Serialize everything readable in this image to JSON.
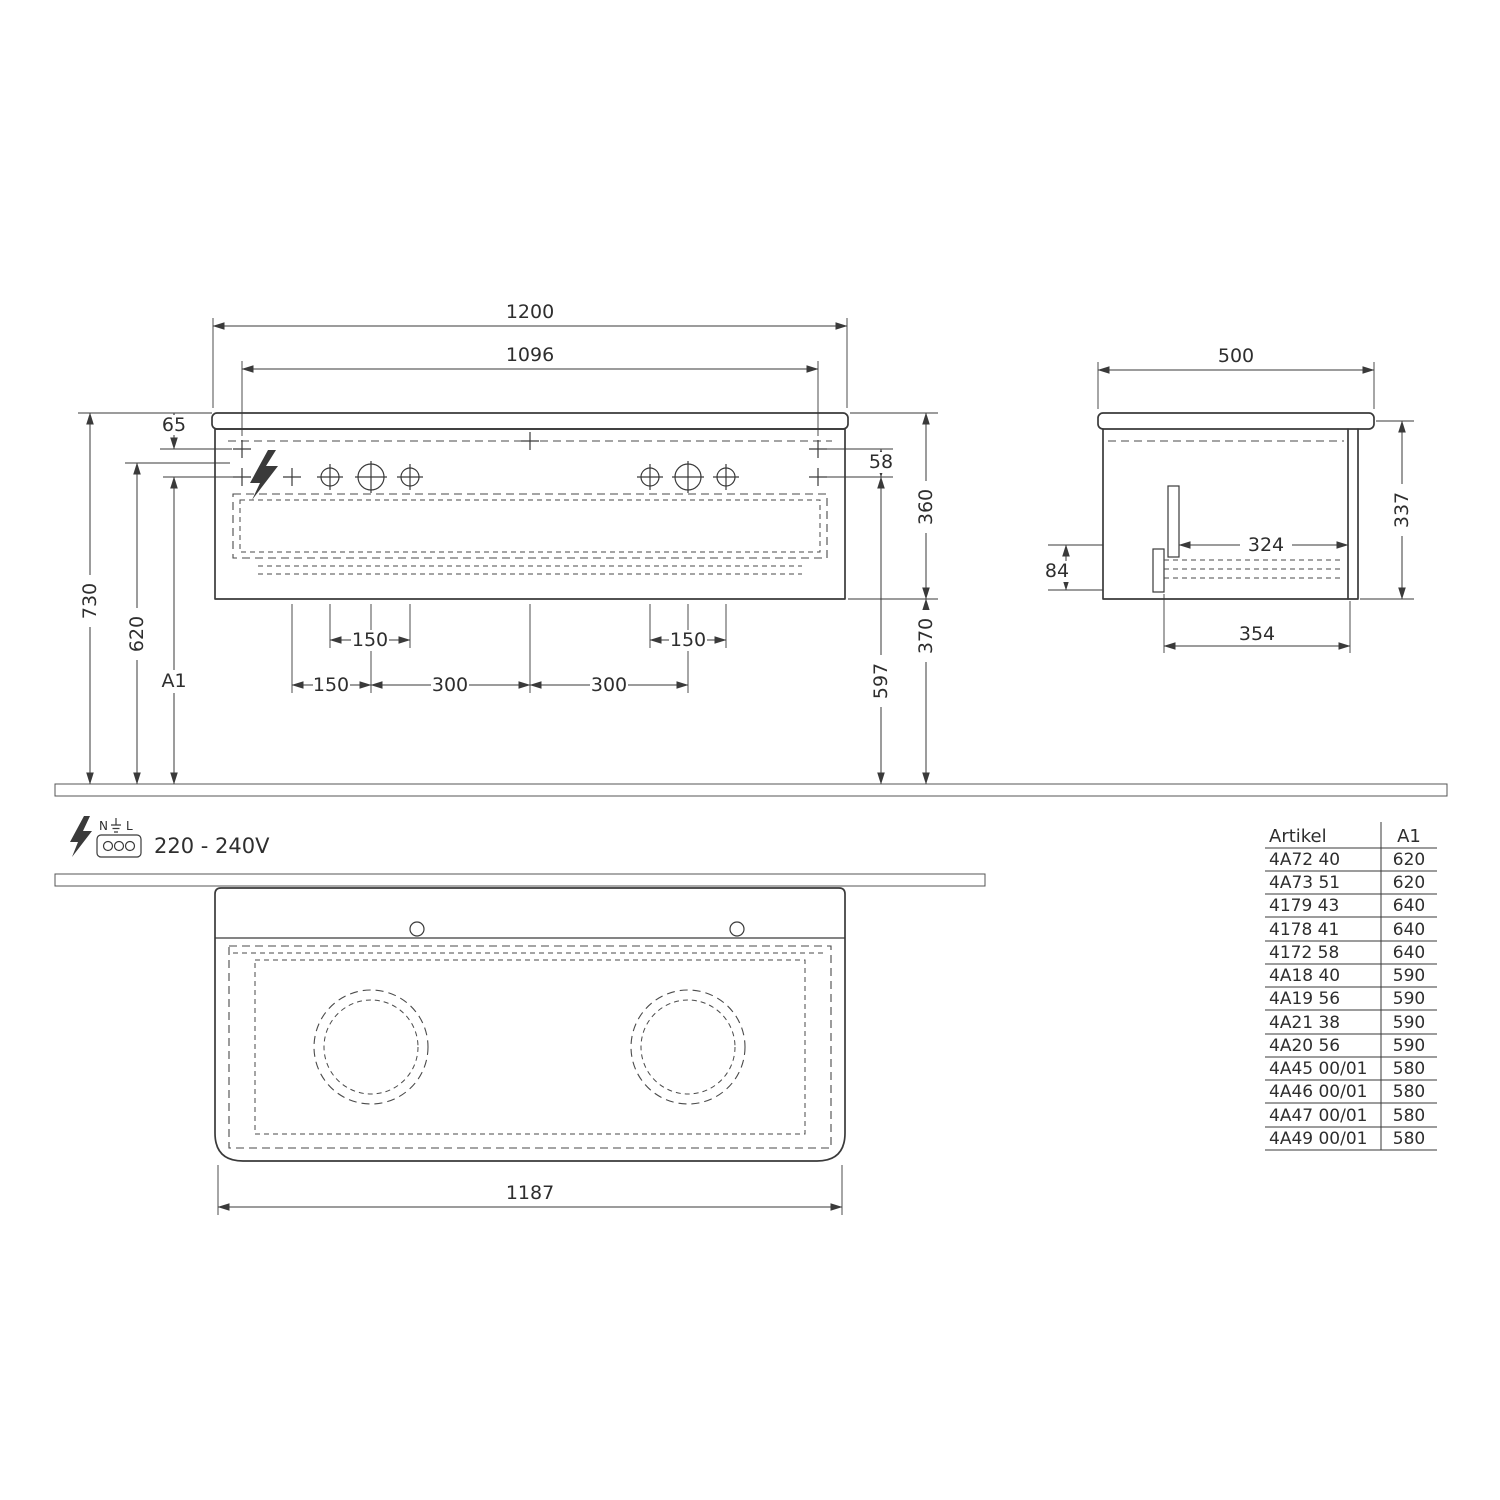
{
  "drawing": {
    "front_view": {
      "dim_width_outer": "1200",
      "dim_width_holes": "1096",
      "dim_top_offset": "65",
      "dim_height_total": "730",
      "dim_height_620": "620",
      "dim_a1": "A1",
      "dim_height_597": "597",
      "dim_58": "58",
      "dim_body_height": "360",
      "dim_below": "370",
      "dim_150_left": "150",
      "dim_150_right": "150",
      "dim_150_chain": "150",
      "dim_300_a": "300",
      "dim_300_b": "300"
    },
    "side_view": {
      "dim_depth": "500",
      "dim_height": "337",
      "dim_324": "324",
      "dim_84": "84",
      "dim_354": "354"
    },
    "plan_view": {
      "dim_width": "1187"
    },
    "electrical": {
      "neutral": "N",
      "line": "L",
      "voltage": "220 - 240V"
    }
  },
  "table": {
    "headers": [
      "Artikel",
      "A1"
    ],
    "rows": [
      [
        "4A72 40",
        "620"
      ],
      [
        "4A73 51",
        "620"
      ],
      [
        "4179 43",
        "640"
      ],
      [
        "4178 41",
        "640"
      ],
      [
        "4172 58",
        "640"
      ],
      [
        "4A18 40",
        "590"
      ],
      [
        "4A19 56",
        "590"
      ],
      [
        "4A21 38",
        "590"
      ],
      [
        "4A20 56",
        "590"
      ],
      [
        "4A45 00/01",
        "580"
      ],
      [
        "4A46 00/01",
        "580"
      ],
      [
        "4A47 00/01",
        "580"
      ],
      [
        "4A49 00/01",
        "580"
      ]
    ]
  }
}
